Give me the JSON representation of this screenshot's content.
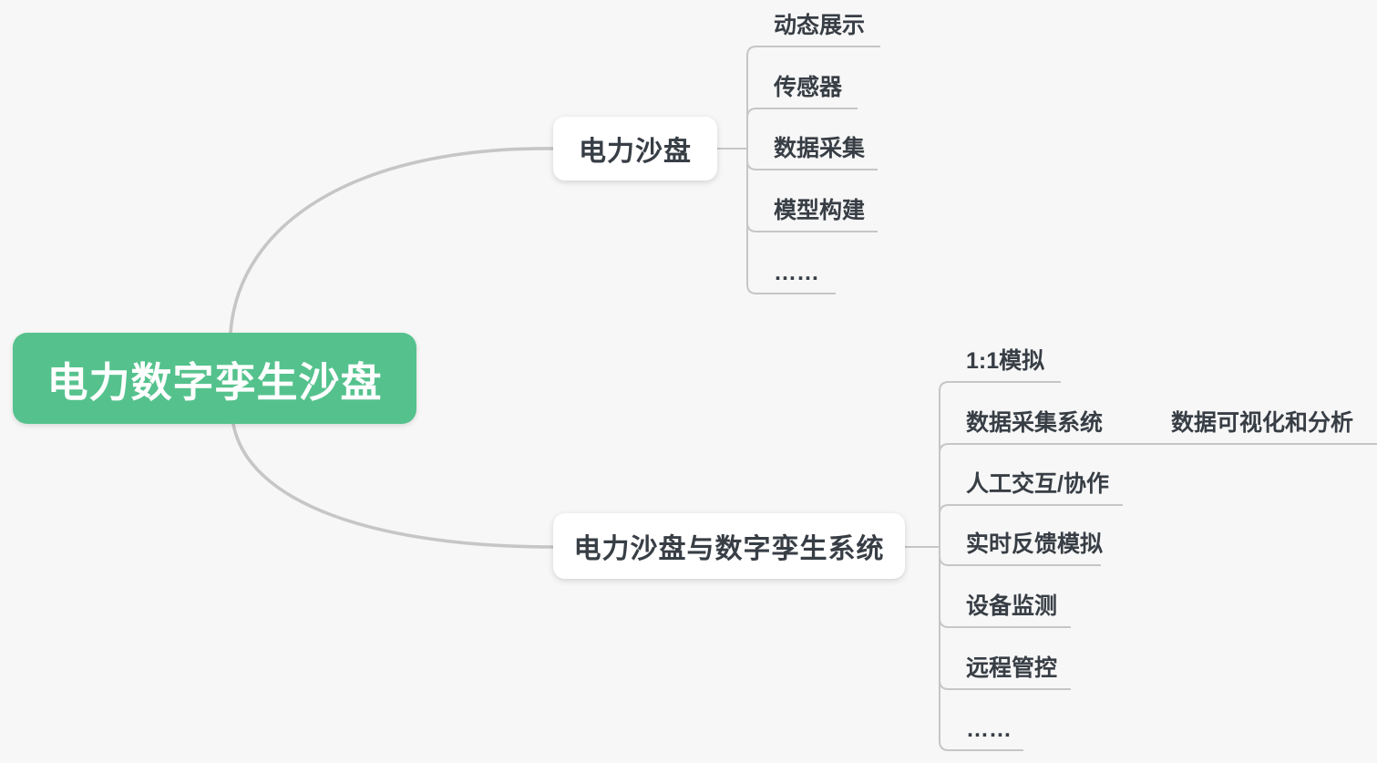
{
  "canvas": {
    "background": "#f7f7f7"
  },
  "colors": {
    "canvas_bg": "#f7f7f7",
    "root_bg": "#55c28d",
    "root_text": "#ffffff",
    "node_bg": "#ffffff",
    "node_text": "#383e45",
    "line": "#c6c6c6"
  },
  "root": {
    "label": "电力数字孪生沙盘"
  },
  "branches": [
    {
      "label": "电力沙盘",
      "children": [
        {
          "label": "动态展示"
        },
        {
          "label": "传感器"
        },
        {
          "label": "数据采集"
        },
        {
          "label": "模型构建"
        },
        {
          "label": "……"
        }
      ]
    },
    {
      "label": "电力沙盘与数字孪生系统",
      "children": [
        {
          "label": "1:1模拟"
        },
        {
          "label": "数据采集系统",
          "children": [
            {
              "label": "数据可视化和分析"
            }
          ]
        },
        {
          "label": "人工交互/协作"
        },
        {
          "label": "实时反馈模拟"
        },
        {
          "label": "设备监测"
        },
        {
          "label": "远程管控"
        },
        {
          "label": "……"
        }
      ]
    }
  ]
}
